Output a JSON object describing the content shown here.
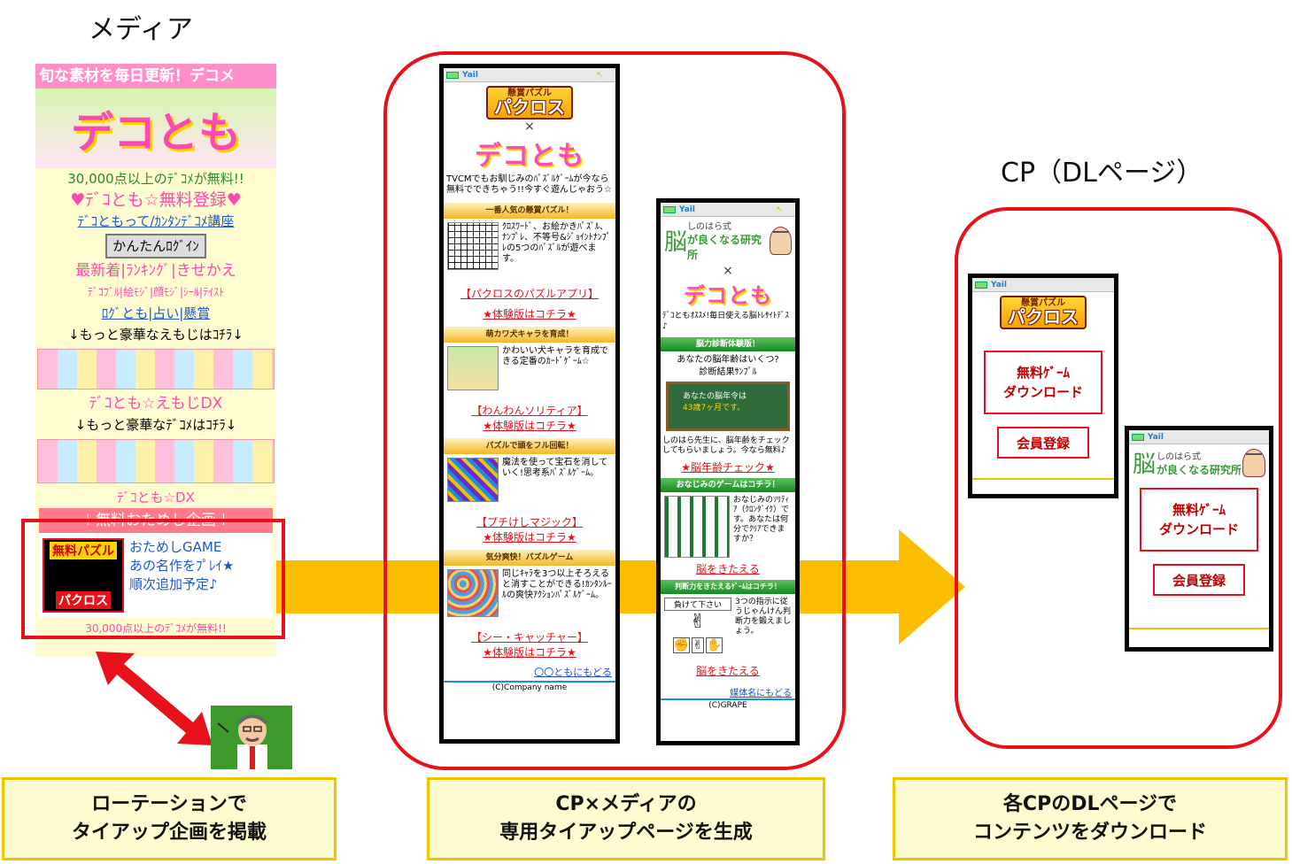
{
  "headings": {
    "media": "メディア",
    "cp": "CP（DLページ）"
  },
  "media": {
    "ticker": "旬な素材を毎日更新！デコメ",
    "logo": "デコとも",
    "line1": "30,000点以上のﾃﾞｺﾒが無料!!",
    "register": "♥ﾃﾞｺとも☆無料登録♥",
    "course": "ﾃﾞｺともって/ｶﾝﾀﾝﾃﾞｺﾒ講座",
    "login": "かんたんﾛｸﾞｲﾝ",
    "nav1": "最新着|ﾗﾝｷﾝｸﾞ|きせかえ",
    "nav2": "ﾃﾞｺﾌﾞﾙ|絵ﾓｼﾞ|顔ﾓｼﾞ|ｼｰﾙ|ﾃｲｽﾄ",
    "nav3": "ﾛｸﾞとも|占い|懸賞",
    "more_emoji": "↓もっと豪華なえもじはｺﾁﾗ↓",
    "emoji_dx": "ﾃﾞｺとも☆えもじDX",
    "more_deco": "↓もっと豪華なﾃﾞｺﾒはｺﾁﾗ↓",
    "deco_dx": "ﾃﾞｺとも☆DX",
    "collab_head": "＋無料おためし企画＋",
    "collab_game_top": "無料パズル",
    "collab_game_bottom": "パクロス",
    "collab_text": [
      "おためしGAME",
      "あの名作をﾌﾟﾚｲ★",
      "順次追加予定♪"
    ],
    "footer": "30,000点以上のﾃﾞｺﾒが無料!!"
  },
  "tieup1": {
    "logo_sub": "懸賞パズル",
    "logo_main": "パクロス",
    "cross": "×",
    "partner": "デコとも",
    "intro": "TVCMでもお馴じみのﾊﾟｽﾞﾙｹﾞｰﾑが今なら無料でできちゃう!!今すぐ遊んじゃおう☆",
    "sec1": "一番人気の懸賞パズル！",
    "sec1_text": "ｸﾛｽﾜｰﾄﾞ、お絵かきﾊﾟｽﾞﾙ、ﾅﾝﾌﾟﾚ、不等号&ｼﾞｮｲﾝﾄﾅﾝﾌﾟﾚの5つのﾊﾟｽﾞﾙが遊べます。",
    "sec1_link": "【パクロスのパズルアプリ】",
    "trial": "★体験版はコチラ★",
    "sec2": "萌カワ犬キャラを育成！",
    "sec2_text": "かわいい犬キャラを育成できる定番のｶｰﾄﾞｹﾞｰﾑ☆",
    "sec2_link": "【わんわんソリティア】",
    "sec3": "パズルで頭をフル回転！",
    "sec3_text": "魔法を使って宝石を消していく!思考系ﾊﾟｽﾞﾙｹﾞｰﾑ。",
    "sec3_link": "【プチけしマジック】",
    "sec4": "気分爽快！パズルゲーム",
    "sec4_text": "同じｷｬﾗを3つ以上そろえると消すことができる!ｶﾝﾀﾝﾙｰﾙの爽快ｱｸｼｮﾝﾊﾟｽﾞﾙｹﾞｰﾑ。",
    "sec4_link": "【シー・キャッチャー】",
    "back": "〇〇ともにもどる",
    "copyright": "(C)Company name"
  },
  "tieup2": {
    "logo_kanji": "脳",
    "logo_text_small": "しのはら式",
    "logo_text": "が良くなる研究所",
    "cross": "×",
    "partner": "デコとも",
    "intro": "ﾃﾞｺともｵｽｽﾒ!毎日使える脳ﾄﾚｻｲﾄﾃﾞｽ♪",
    "sec1": "脳力診断体験版！",
    "sec1_q": "あなたの脳年齢はいくつ?",
    "sec1_sample": "診断結果ｻﾝﾌﾟﾙ",
    "board_line1": "あなたの脳年令は",
    "board_line2": "43歳7ヶ月です。",
    "sec1_text": "しのはら先生に、脳年齢をチェックしてもらいましょう。今なら無料♪",
    "sec1_link": "★脳年齢チェック★",
    "sec2": "おなじみのゲームはコチラ！",
    "sec2_text": "おなじみのｿﾘﾃｨｱ（ｸﾛﾝﾀﾞｲｸ）です。あなたは何分でｸﾘｱできますか？",
    "sec2_link": "脳をきたえる",
    "sec3": "判断力をきたえるｹﾞｰﾑはコチラ！",
    "sec3_label": "負けて下さい",
    "sec3_text": "3つの指示に従うじゃんけん判断力を鍛えましょう。",
    "sec3_link": "脳をきたえる",
    "back": "媒体名にもどる",
    "copyright": "(C)GRAPE"
  },
  "cp1": {
    "logo_sub": "懸賞パズル",
    "logo_main": "パクロス",
    "dl_line1": "無料ｹﾞｰﾑ",
    "dl_line2": "ダウンロード",
    "register": "会員登録"
  },
  "cp2": {
    "logo_kanji": "脳",
    "logo_text_small": "しのはら式",
    "logo_text": "が良くなる研究所",
    "dl_line1": "無料ｹﾞｰﾑ",
    "dl_line2": "ダウンロード",
    "register": "会員登録"
  },
  "captions": {
    "left": [
      "ローテーションで",
      "タイアップ企画を掲載"
    ],
    "middle": [
      "CP×メディアの",
      "専用タイアップページを生成"
    ],
    "right": [
      "各CPのDLページで",
      "コンテンツをダウンロード"
    ]
  },
  "colors": {
    "accent_red": "#e8101a",
    "arrow_yellow": "#fbbe00",
    "caption_bg": "#fffbd0"
  }
}
